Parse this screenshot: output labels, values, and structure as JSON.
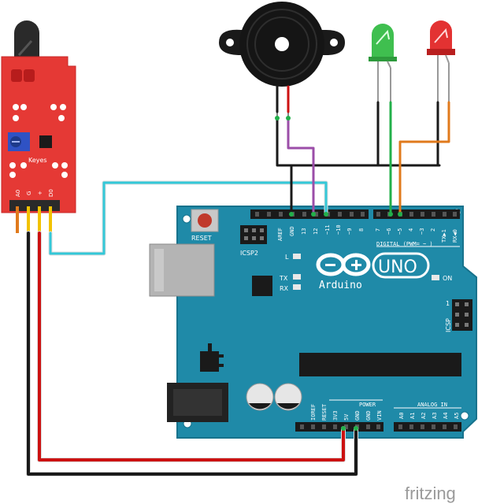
{
  "sensor": {
    "label": "Keyes",
    "pins": [
      "A0",
      "G",
      "+",
      "D0"
    ]
  },
  "board": {
    "name": "Arduino",
    "model": "UNO",
    "reset_label": "RESET",
    "icsp2_label": "ICSP2",
    "icsp_label": "ICSP",
    "icsp_pin1": "1",
    "led_l": "L",
    "led_tx": "TX",
    "led_rx": "RX",
    "on_label": "ON",
    "digital_label": "DIGITAL (PWM= ~ )",
    "digital_pins": [
      "AREF",
      "GND",
      "13",
      "12",
      "~11",
      "~10",
      "~9",
      "8",
      "7",
      "~6",
      "~5",
      "4",
      "~3",
      "2",
      "TX▶1",
      "RX◀0"
    ],
    "power_label": "POWER",
    "power_pins": [
      "IOREF",
      "RESET",
      "3V3",
      "5V",
      "GND",
      "GND",
      "VIN"
    ],
    "analog_label": "ANALOG IN",
    "analog_pins": [
      "A0",
      "A1",
      "A2",
      "A3",
      "A4",
      "A5"
    ]
  },
  "components": {
    "buzzer": "piezo-buzzer",
    "led_green": "green-led",
    "led_red": "red-led"
  },
  "wire_colors": {
    "black": "#1a1a1a",
    "red": "#cc1111",
    "cyan": "#33c8d8",
    "purple": "#9b4ea8",
    "green": "#22b04a",
    "orange": "#e07a1c"
  },
  "watermark": "fritzing"
}
